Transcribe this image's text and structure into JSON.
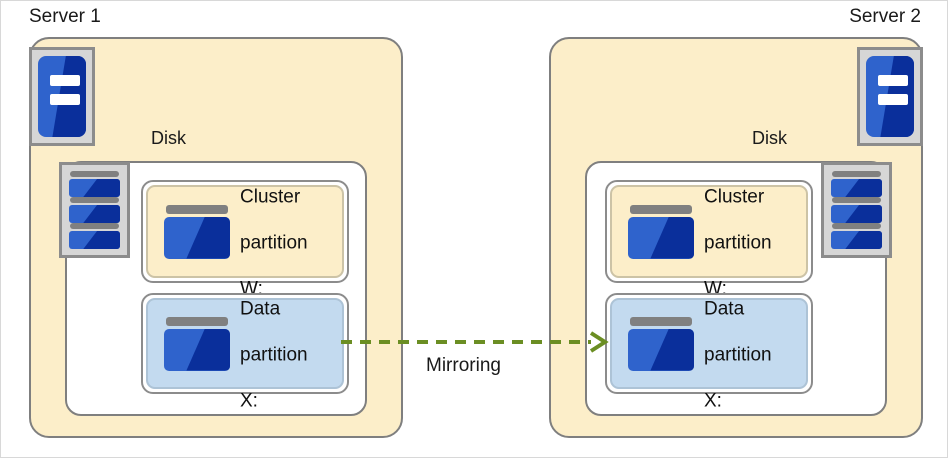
{
  "diagram": {
    "title_left": "Server 1",
    "title_right": "Server 2",
    "connector_label": "Mirroring",
    "colors": {
      "server_fill": "#fceec9",
      "disk_fill": "#ffffff",
      "cluster_partition_fill": "#fceec9",
      "data_partition_fill": "#c3daef",
      "border_gray": "#7f7f7f",
      "glyph_blue_light": "#2f63cc",
      "glyph_blue_dark": "#0a2f9b",
      "glyph_gray": "#808080",
      "arrow_green": "#6b8e23"
    }
  },
  "servers": [
    {
      "name": "Server 1",
      "disk_label": "Disk",
      "partitions": [
        {
          "type": "cluster",
          "line1": "Cluster",
          "line2": "partition",
          "line3": "W:"
        },
        {
          "type": "data",
          "line1": "Data",
          "line2": "partition",
          "line3": "X:"
        }
      ]
    },
    {
      "name": "Server 2",
      "disk_label": "Disk",
      "partitions": [
        {
          "type": "cluster",
          "line1": "Cluster",
          "line2": "partition",
          "line3": "W:"
        },
        {
          "type": "data",
          "line1": "Data",
          "line2": "partition",
          "line3": "X:"
        }
      ]
    }
  ],
  "icons": {
    "server": "server-tower-icon",
    "disk": "disk-stack-icon",
    "partition": "drive-partition-icon",
    "arrow": "dashed-arrow-right-icon"
  }
}
